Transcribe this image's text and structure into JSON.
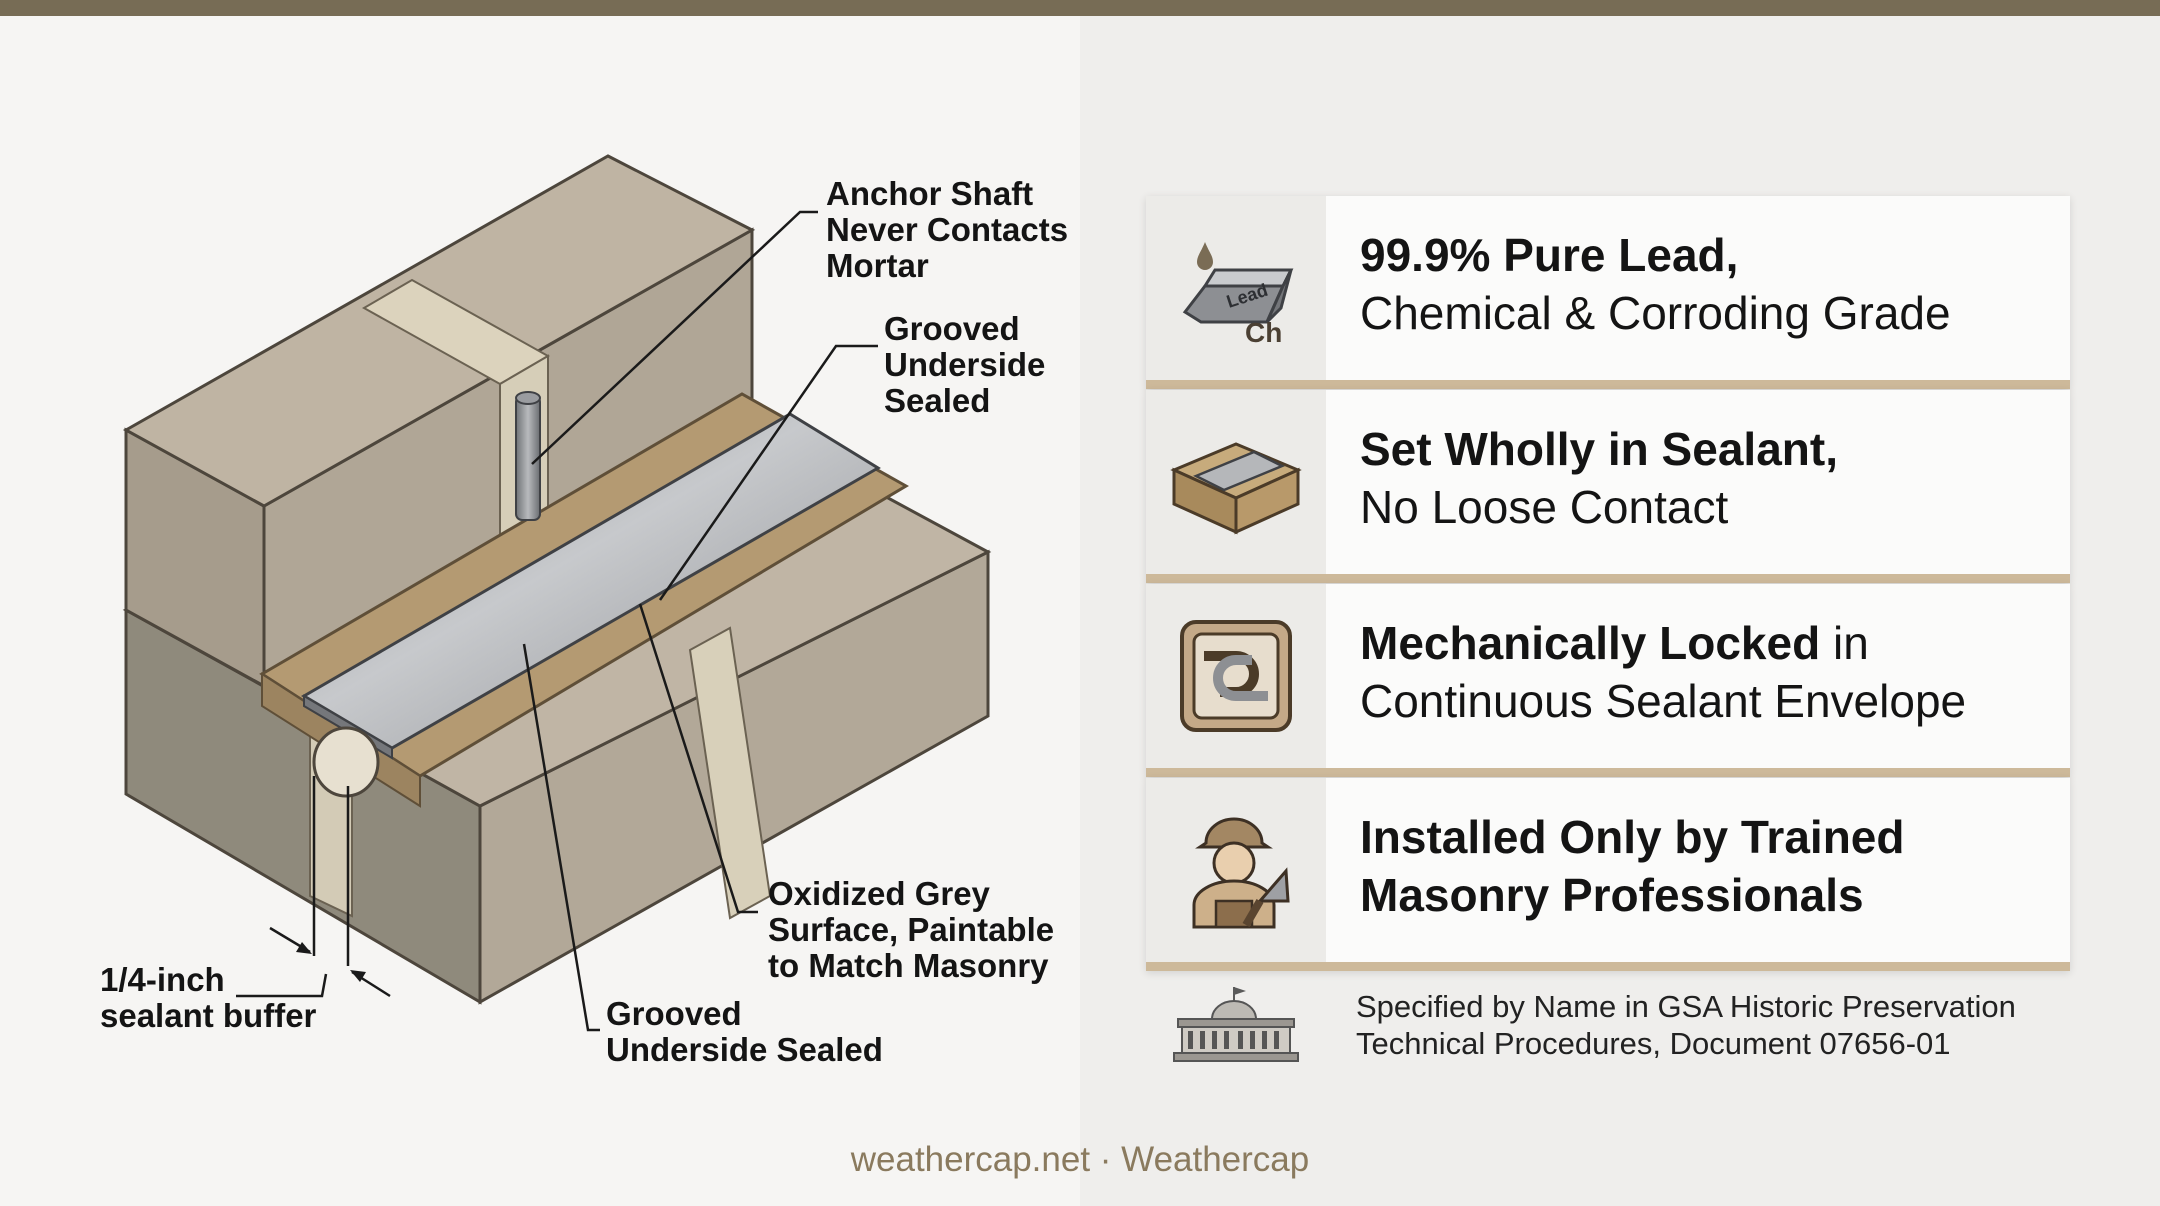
{
  "callouts": {
    "anchor": "Anchor Shaft\nNever Contacts\nMortar",
    "grooved_top": "Grooved\nUnderside\nSealed",
    "oxidized": "Oxidized Grey\nSurface, Paintable\nto Match Masonry",
    "grooved_bottom": "Grooved\nUnderside Sealed",
    "buffer": "1/4-inch\nsealant buffer"
  },
  "features": [
    {
      "icon": "lead-ingot-icon",
      "icon_label": "Lead",
      "icon_symbol": "Ch",
      "line1": "99.9% Pure Lead,",
      "line2": "Chemical & Corroding Grade"
    },
    {
      "icon": "sealed-flashing-block-icon",
      "line1": "Set Wholly in Sealant,",
      "line2": "No Loose Contact"
    },
    {
      "icon": "mechanical-lock-icon",
      "line1_bold": "Mechanically Locked",
      "line1_rest": " in",
      "line2": "Continuous Sealant Envelope"
    },
    {
      "icon": "mason-worker-icon",
      "line1": "Installed Only by Trained",
      "line2": "Masonry Professionals"
    }
  ],
  "spec": {
    "icon": "capitol-building-icon",
    "line1": "Specified by Name in GSA Historic Preservation",
    "line2": "Technical Procedures, Document 07656-01"
  },
  "footer": "weathercap.net · Weathercap",
  "colors": {
    "top_bar": "#776c55",
    "card_accent": "#cdb99a",
    "footer_text": "#8a7a5e",
    "stone": "#a89e90",
    "sealant": "#b49a72",
    "lead": "#9ea0a4"
  }
}
